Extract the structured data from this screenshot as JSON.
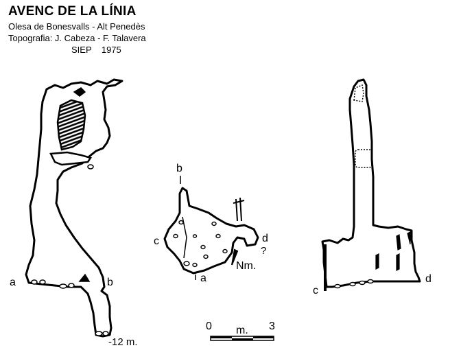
{
  "header": {
    "title": "AVENC DE LA LÍNIA",
    "location": "Olesa de Bonesvalls - Alt Penedès",
    "topography": "Topografia: J. Cabeza - F. Talavera",
    "credit": "SIEP    1975"
  },
  "section_left": {
    "label_a": "a",
    "label_b": "b",
    "depth": "-12 m."
  },
  "plan_view": {
    "label_b": "b",
    "label_c": "c",
    "label_d": "d",
    "label_a": "a",
    "question": "?",
    "north": "Nm."
  },
  "section_right": {
    "label_c": "c",
    "label_d": "d"
  },
  "scale": {
    "start": "0",
    "unit": "m.",
    "end": "3"
  }
}
